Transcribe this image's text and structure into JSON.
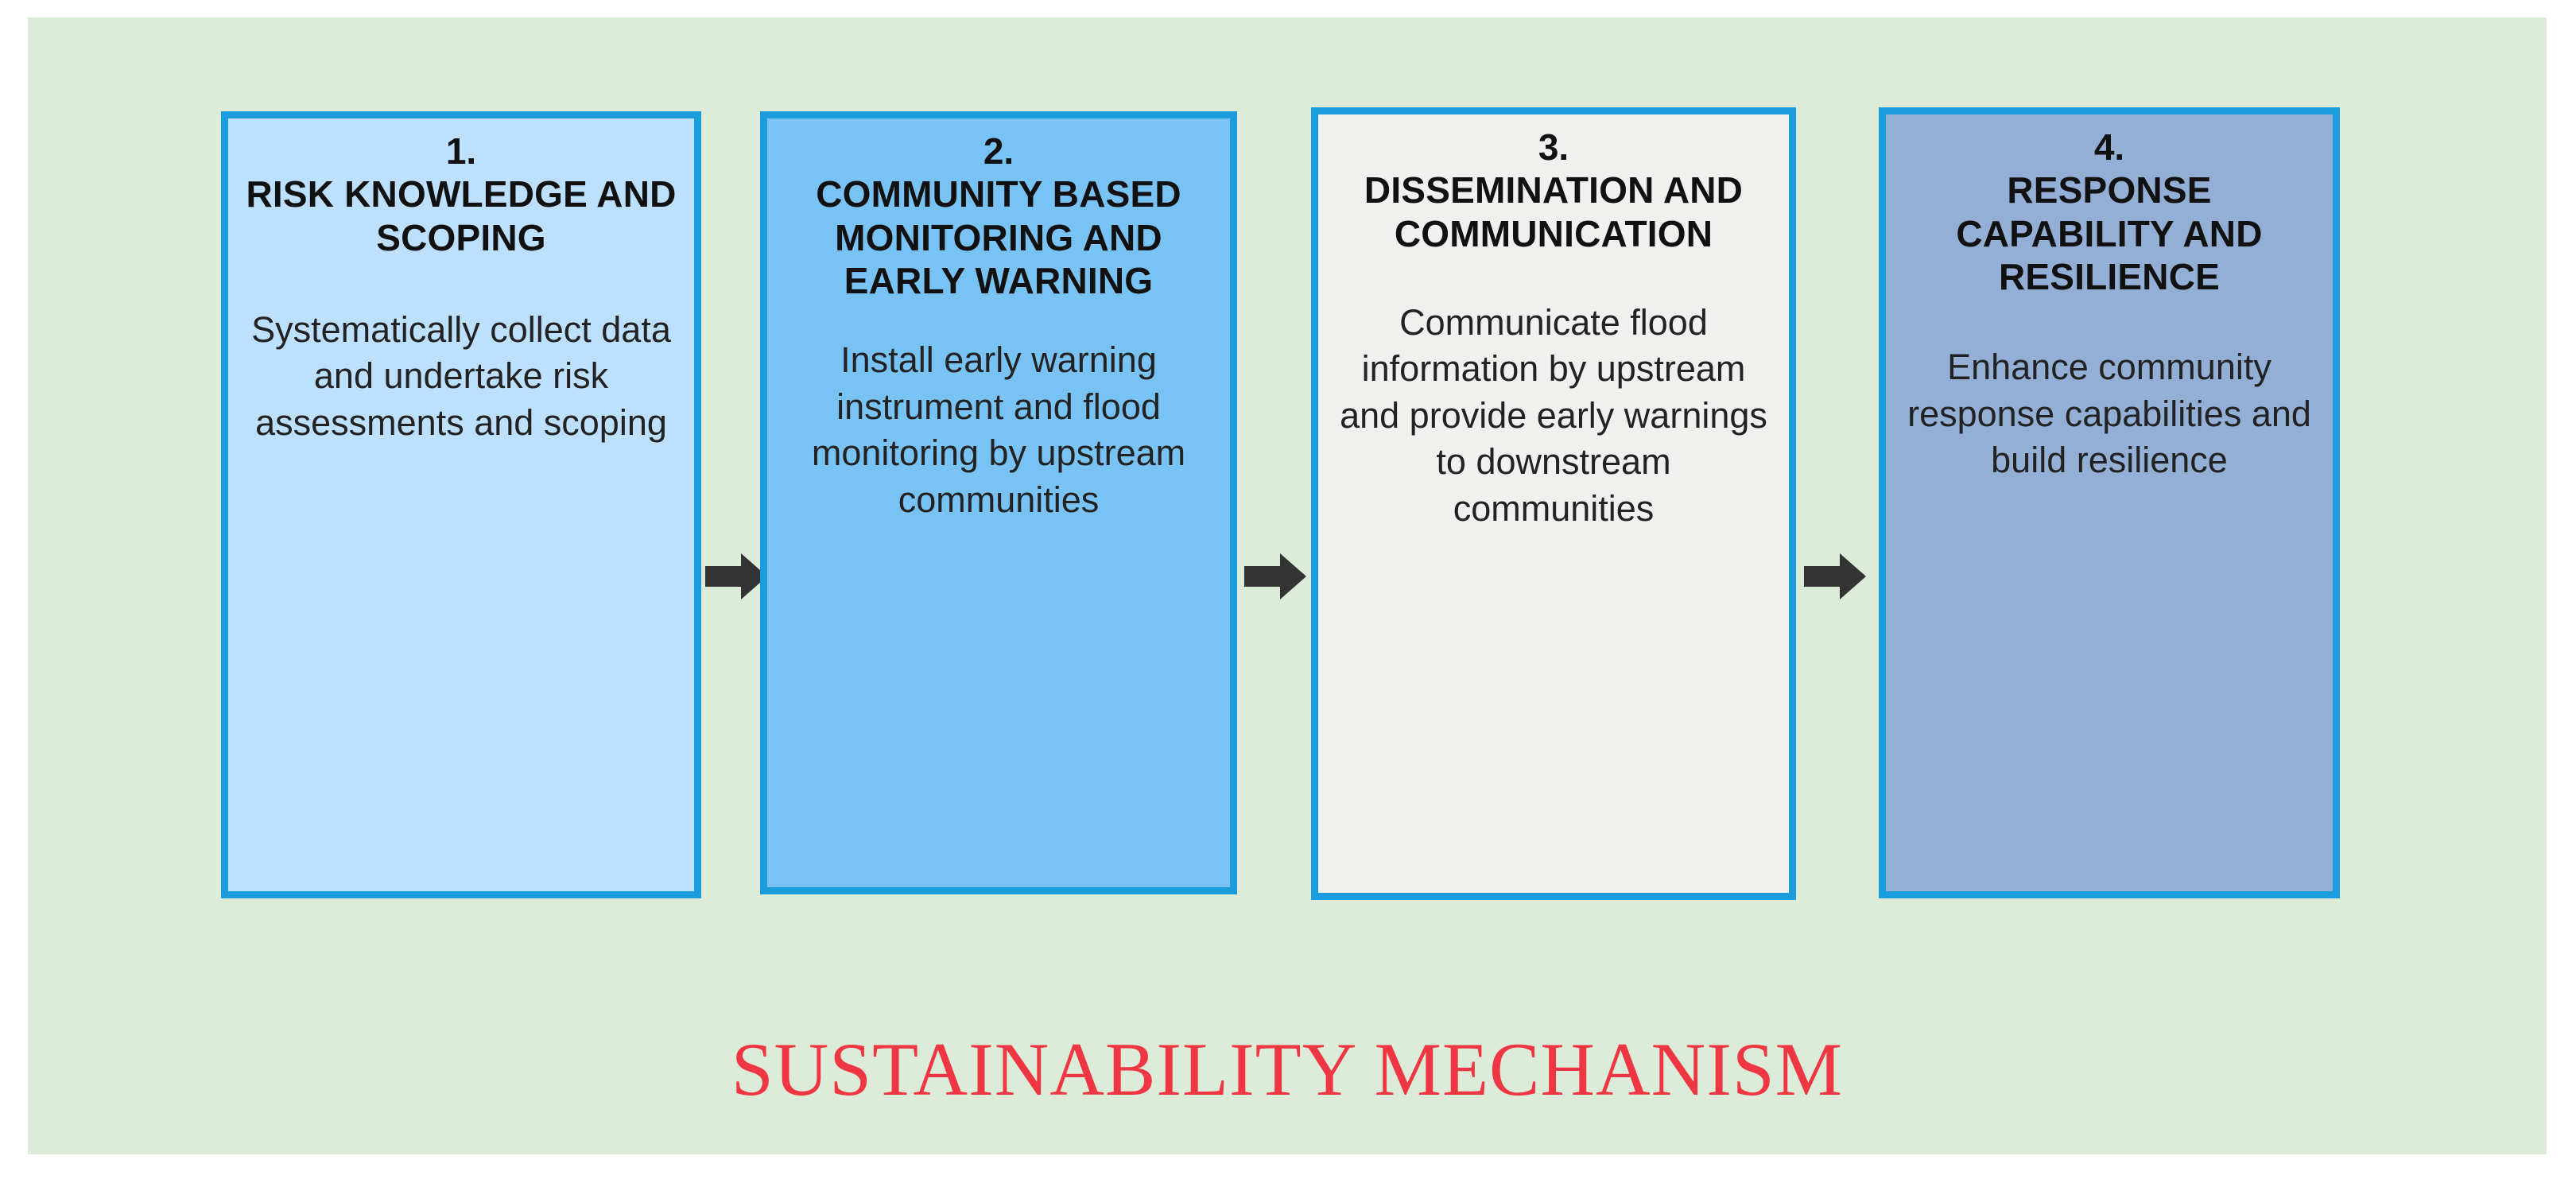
{
  "diagram": {
    "background_color": "#dcecd9",
    "accent_border_color": "#1b9cdd",
    "arrow_color": "#333333",
    "footer_title": "SUSTAINABILITY MECHANISM",
    "footer_title_color": "#ef3743",
    "steps": [
      {
        "number": "1.",
        "title": "RISK KNOWLEDGE AND SCOPING",
        "description": "Systematically collect data and undertake risk assessments and scoping",
        "fill_color": "#bce0fd"
      },
      {
        "number": "2.",
        "title": "COMMUNITY BASED MONITORING AND EARLY WARNING",
        "description": "Install early warning instrument and flood monitoring by upstream communities",
        "fill_color": "#79c3f4"
      },
      {
        "number": "3.",
        "title": "DISSEMINATION AND COMMUNICATION",
        "description": "Communicate flood information by upstream and provide early warnings to downstream communities",
        "fill_color": "#f0f0ee"
      },
      {
        "number": "4.",
        "title": "RESPONSE CAPABILITY AND RESILIENCE",
        "description": "Enhance community response capabilities and build resilience",
        "fill_color": "#94afd6"
      }
    ],
    "connectors": [
      {
        "icon": "arrow-right-icon",
        "from": "1",
        "to": "2"
      },
      {
        "icon": "arrow-right-icon",
        "from": "2",
        "to": "3"
      },
      {
        "icon": "arrow-right-icon",
        "from": "3",
        "to": "4"
      }
    ]
  }
}
